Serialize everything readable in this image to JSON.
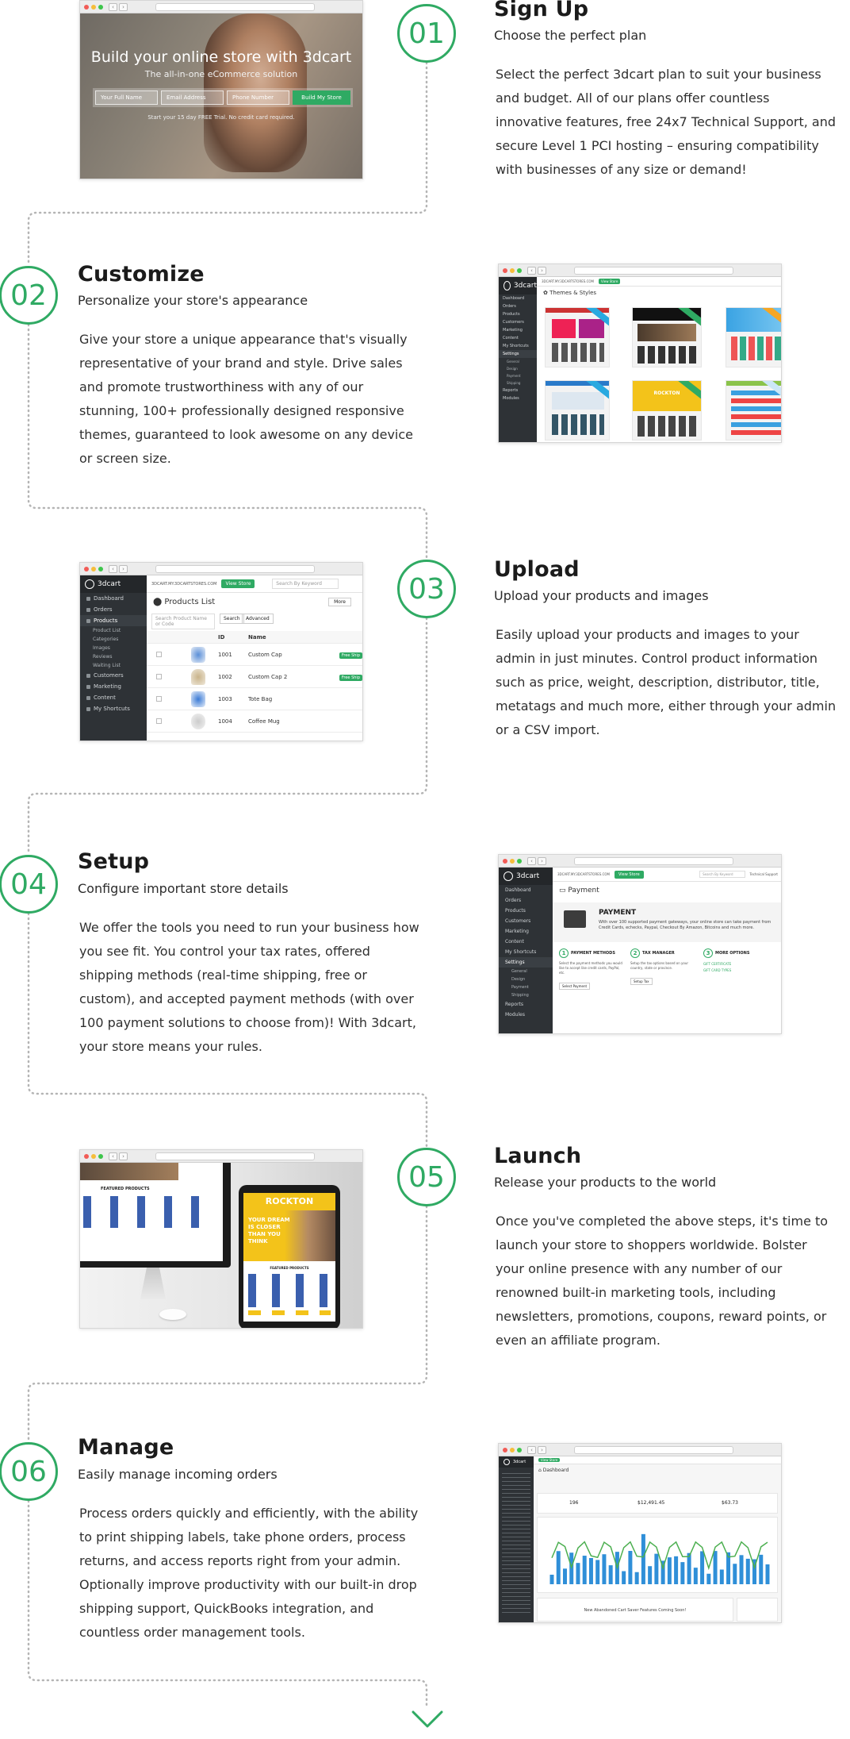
{
  "steps": [
    {
      "number": "01",
      "title": "Sign Up",
      "subtitle": "Choose the perfect plan",
      "body": "Select the perfect 3dcart plan to suit your business and budget. All of our plans offer countless innovative features, free 24x7 Technical Support, and secure Level 1 PCI hosting – ensuring compatibility with businesses of any size or demand!"
    },
    {
      "number": "02",
      "title": "Customize",
      "subtitle": "Personalize your store's appearance",
      "body": "Give your store a unique appearance that's visually representative of your brand and style. Drive sales and promote trustworthiness with any of our stunning, 100+ professionally designed responsive themes, guaranteed to look awesome on any device or screen size."
    },
    {
      "number": "03",
      "title": "Upload",
      "subtitle": "Upload your products and images",
      "body": "Easily upload your products and images to your admin in just minutes. Control product information such as price, weight, description, distributor, title, metatags and much more, either through your admin or a CSV import."
    },
    {
      "number": "04",
      "title": "Setup",
      "subtitle": "Configure important store details",
      "body": "We offer the tools you need to run your business how you see fit. You control your tax rates, offered shipping methods (real-time shipping, free or custom), and accepted payment methods (with over 100 payment solutions to choose from)! With 3dcart, your store means your rules."
    },
    {
      "number": "05",
      "title": "Launch",
      "subtitle": "Release your products to the world",
      "body": "Once you've completed the above steps, it's time to launch your store to shoppers worldwide. Bolster your online presence with any number of our renowned built-in marketing tools, including newsletters, promotions, coupons, reward points, or even an affiliate program."
    },
    {
      "number": "06",
      "title": "Manage",
      "subtitle": "Easily manage incoming orders",
      "body": "Process orders quickly and efficiently, with the ability to print shipping labels, take phone orders, process returns, and access reports right from your admin. Optionally improve productivity with our built-in drop shipping support, QuickBooks integration, and countless order management tools."
    }
  ],
  "hero": {
    "headline": "Build your online store with 3dcart",
    "tagline": "The all-in-one eCommerce solution",
    "field_name": "Your Full Name",
    "field_email": "Email Address",
    "field_phone": "Phone Number",
    "cta": "Build My Store",
    "note": "Start your 15 day FREE Trial. No credit card required."
  },
  "admin": {
    "brand": "3dcart",
    "view_store": "View Store",
    "store_url": "3DCART.MY.3DCARTSTORES.COM",
    "search_placeholder": "Search By Keyword",
    "nav": [
      "Dashboard",
      "Orders",
      "Products",
      "Customers",
      "Marketing",
      "Content",
      "My Shortcuts",
      "Settings",
      "Reports",
      "Modules"
    ],
    "products_sub": [
      "Product List",
      "Categories",
      "Images",
      "Reviews",
      "Waiting List"
    ],
    "settings_sub": [
      "General",
      "Design",
      "Payment",
      "Shipping"
    ]
  },
  "themes": {
    "heading": "Themes & Styles",
    "banner_text": "ROCKTON"
  },
  "products": {
    "heading": "Products List",
    "more": "More",
    "search_placeholder": "Search Product Name or Code",
    "search_btn": "Search",
    "advanced_btn": "Advanced",
    "col_id": "ID",
    "col_name": "Name",
    "rows": [
      {
        "id": "1001",
        "name": "Custom Cap"
      },
      {
        "id": "1002",
        "name": "Custom Cap 2"
      },
      {
        "id": "1003",
        "name": "Tote Bag"
      },
      {
        "id": "1004",
        "name": "Coffee Mug"
      }
    ],
    "tag": "Free Ship"
  },
  "payment": {
    "heading": "Payment",
    "title": "PAYMENT",
    "desc": "With over 100 supported payment gateways, your online store can take payment from Credit Cards, echecks, Paypal, Checkout By Amazon, Bitcoins and much more.",
    "col1_title": "PAYMENT METHODS",
    "col1_desc": "Select the payment methods you would like to accept like credit cards, PayPal, etc.",
    "col1_btn": "Select Payment",
    "col2_title": "TAX MANAGER",
    "col2_desc": "Setup the tax options based on your country, state or province.",
    "col2_btn": "Setup Tax",
    "col3_title": "MORE OPTIONS",
    "col3_link1": "GIFT CERTIFICATE",
    "col3_link2": "GIFT CARD TYPES",
    "support": "Technical Support"
  },
  "launch": {
    "featured": "FEATURED PRODUCTS",
    "brand_banner": "ROCKTON",
    "slogan": "YOUR DREAM IS CLOSER THAN YOU THINK",
    "tablet_featured": "FEATURED PRODUCTS"
  },
  "dashboard": {
    "heading": "Dashboard",
    "kpi1": "196",
    "kpi2": "$12,491.45",
    "kpi3": "$63.73",
    "footer": "New Abandoned Cart Saver Features Coming Soon!"
  }
}
